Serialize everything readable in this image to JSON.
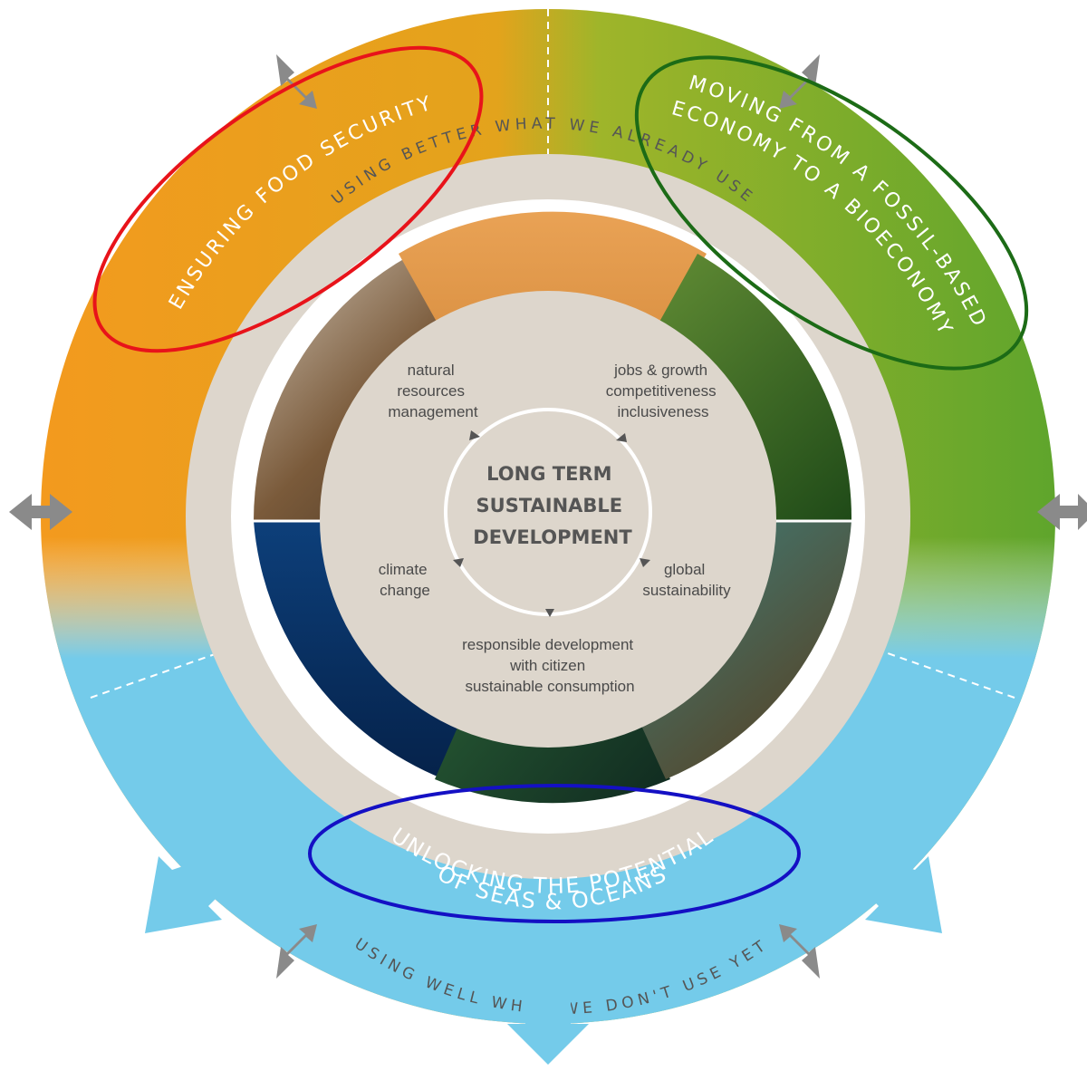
{
  "colors": {
    "food_orange": "#f39a1e",
    "bio_green": "#6aac2e",
    "ocean_blue": "#74cbea",
    "band_grey": "#ddd6cc",
    "arrow_grey": "#8a8a8a",
    "highlight_red": "#e8131a",
    "highlight_green": "#1c6b16",
    "highlight_blue": "#1410c4"
  },
  "outer_ring": {
    "food_security": "ENSURING FOOD SECURITY",
    "bioeconomy_line1": "MOVING FROM A FOSSIL-BASED",
    "bioeconomy_line2": "ECONOMY TO A BIOECONOMY",
    "oceans_line1": "UNLOCKING THE POTENTIAL",
    "oceans_line2": "OF SEAS & OCEANS"
  },
  "inner_band": {
    "top": "USING BETTER WHAT WE ALREADY USE",
    "bottom": "USING WELL WHAT WE DON'T USE YET"
  },
  "center": {
    "line1": "LONG TERM",
    "line2": "SUSTAINABLE",
    "line3": "DEVELOPMENT"
  },
  "goals": {
    "natural_resources": [
      "natural",
      "resources",
      "management"
    ],
    "jobs_growth": [
      "jobs & growth",
      "competitiveness",
      "inclusiveness"
    ],
    "climate": [
      "climate",
      "change"
    ],
    "global": [
      "global",
      "sustainability"
    ],
    "responsible": [
      "responsible development",
      "with citizen",
      "sustainable consumption"
    ]
  },
  "photos": [
    "cattle-photo",
    "wheat-photo",
    "forest-photo",
    "fish-photo",
    "coral-photo",
    "seaweed-photo"
  ]
}
